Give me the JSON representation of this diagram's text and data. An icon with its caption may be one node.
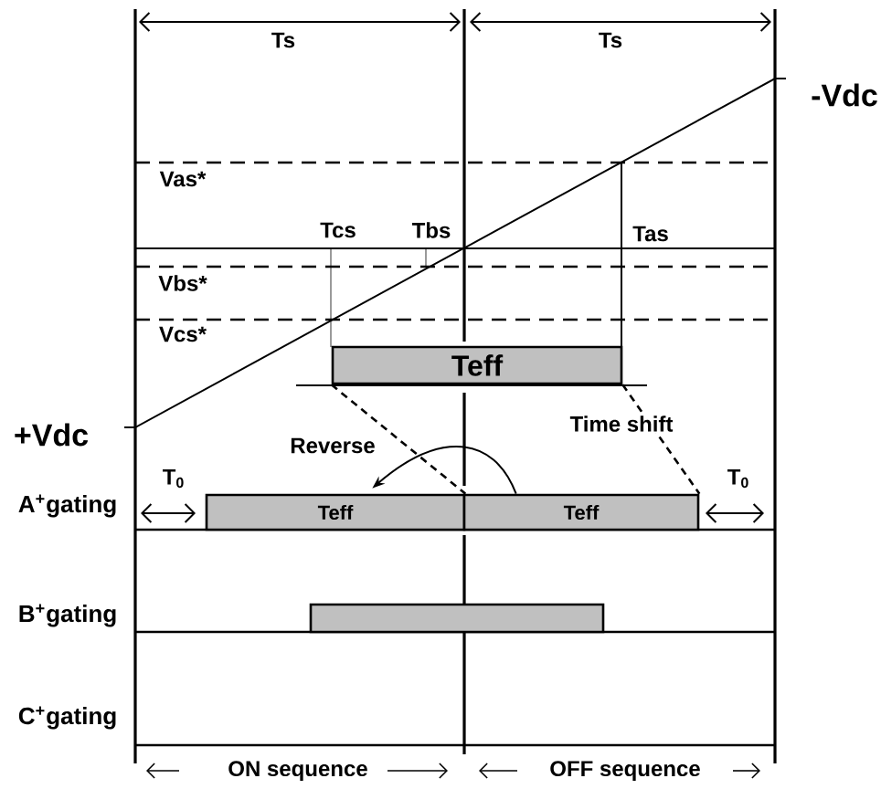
{
  "diagram": {
    "nodes": [
      {
        "text": [
          "Teff"
        ]
      },
      {
        "text": [
          "Teff"
        ]
      },
      {
        "text": [
          "Teff"
        ]
      },
      {
        "text": [],
        "shape": "bar"
      }
    ],
    "edges": [
      {
        "from": 0,
        "to": 1,
        "arrow": "none",
        "style": "dashed"
      },
      {
        "from": 0,
        "to": 2,
        "arrow": "none",
        "style": "dashed",
        "label": "Time shift"
      },
      {
        "from": 2,
        "to": 1,
        "arrow": "to",
        "label": "Reverse"
      }
    ],
    "labels": [
      "Ts",
      "Ts",
      "-Vdc",
      "Vas*",
      "Tcs",
      "Tbs",
      "Tas",
      "Vbs*",
      "Vcs*",
      "+Vdc",
      "T$_{0}$",
      "T$_{0}$",
      "A$^{+}$gating",
      "B$^{+}$gating",
      "C$^{+}$gating",
      "ON sequence",
      "OFF sequence"
    ]
  }
}
